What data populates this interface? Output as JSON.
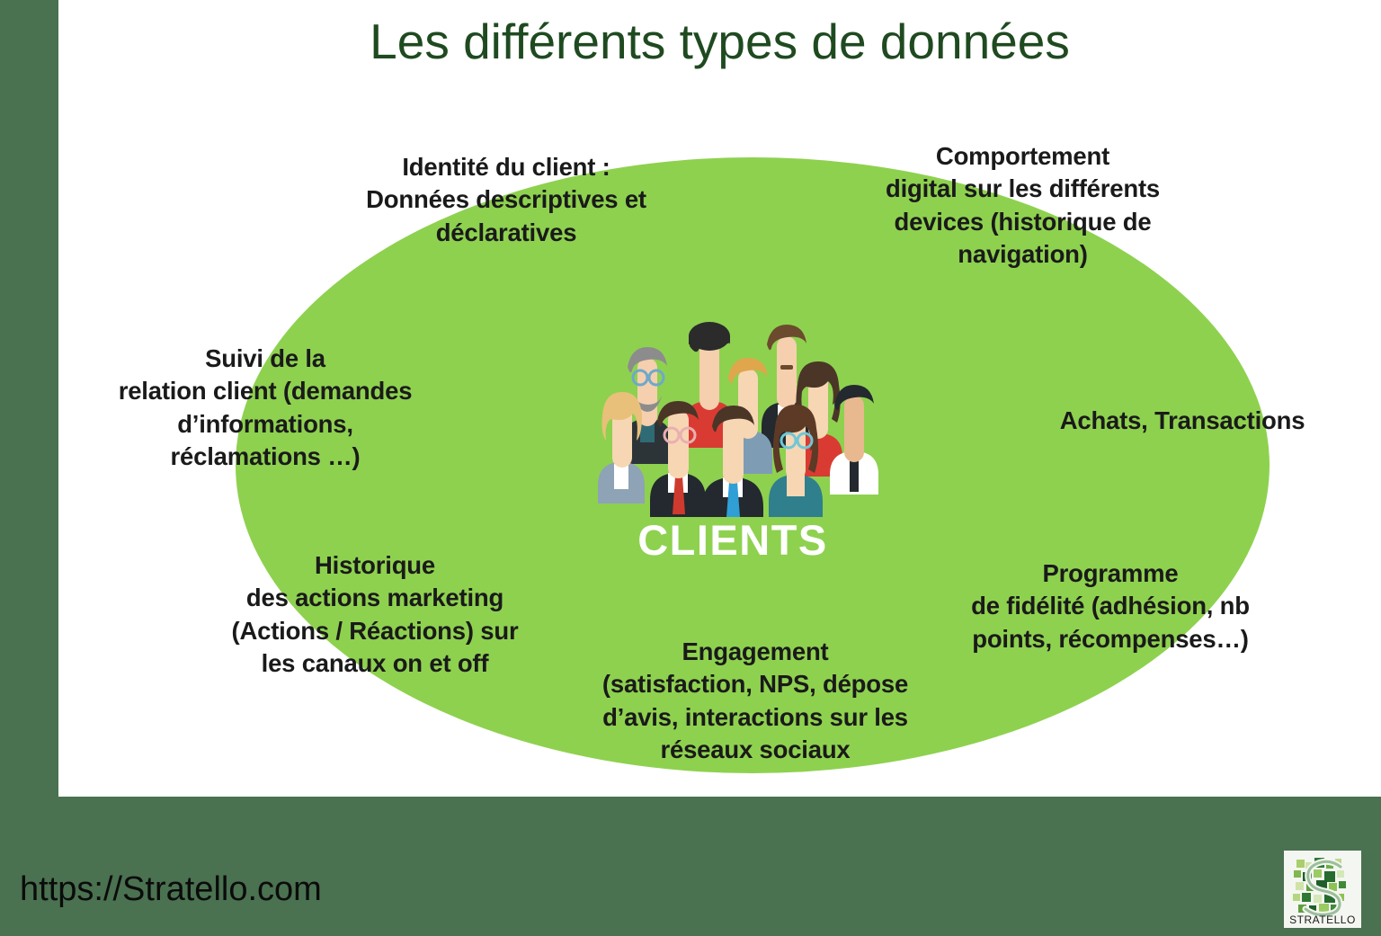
{
  "page": {
    "title": "Les différents types de données",
    "center_label": "CLIENTS",
    "footer_url": "https://Stratello.com",
    "logo_text": "STRATELLO"
  },
  "colors": {
    "frame_green": "#4a7150",
    "card_white": "#ffffff",
    "ellipse_green": "#8ed14f",
    "title_green": "#1f4a20",
    "label_black": "#1a1a1a",
    "center_label_white": "#ffffff"
  },
  "labels": {
    "identity": {
      "lines": [
        "Identité du client :",
        "Données descriptives et",
        "déclaratives"
      ]
    },
    "behavior": {
      "lines": [
        "Comportement",
        "digital sur les différents",
        "devices (historique de",
        "navigation)"
      ]
    },
    "relation": {
      "lines": [
        "Suivi de la",
        "relation client (demandes",
        "d’informations,",
        "réclamations …)"
      ]
    },
    "purchases": {
      "lines": [
        "Achats, Transactions"
      ]
    },
    "history": {
      "lines": [
        "Historique",
        "des actions marketing",
        "(Actions / Réactions) sur",
        "les canaux on et off"
      ]
    },
    "engagement": {
      "lines": [
        "Engagement",
        "(satisfaction, NPS, dépose",
        "d’avis, interactions sur les",
        "réseaux sociaux"
      ]
    },
    "loyalty": {
      "lines": [
        "Programme",
        "de fidélité (adhésion, nb",
        "points, récompenses…)"
      ]
    }
  }
}
